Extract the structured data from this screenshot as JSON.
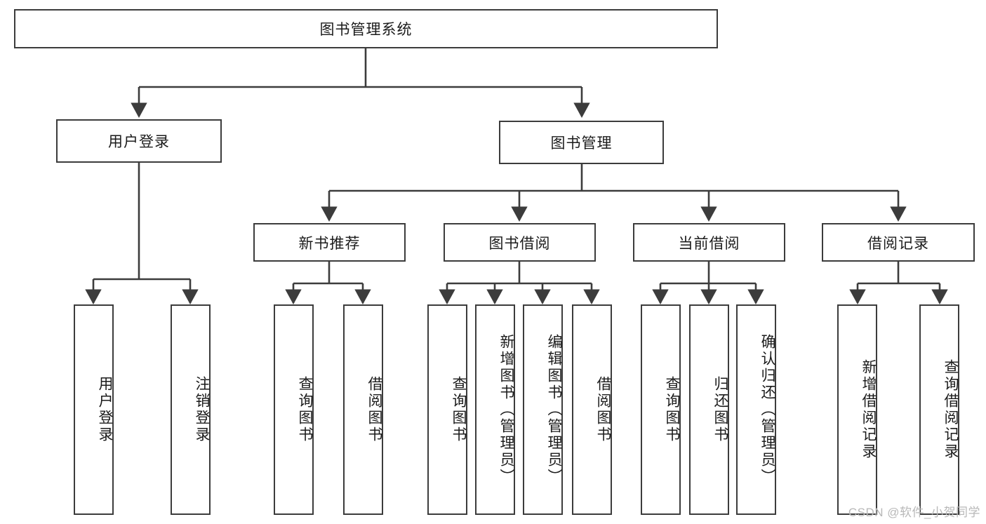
{
  "diagram": {
    "title": "图书管理系统",
    "watermark": "CSDN @软件_小贺同学",
    "colors": {
      "stroke": "#3c3c3c",
      "fill": "#ffffff",
      "text": "#1b1b1b",
      "watermark": "#b8b8b8"
    },
    "root": {
      "label": "图书管理系统"
    },
    "level1": [
      {
        "label": "用户登录"
      },
      {
        "label": "图书管理"
      }
    ],
    "level2": [
      {
        "label": "新书推荐"
      },
      {
        "label": "图书借阅"
      },
      {
        "label": "当前借阅"
      },
      {
        "label": "借阅记录"
      }
    ],
    "leaves": {
      "user_login": [
        {
          "label": "用户登录"
        },
        {
          "label": "注销登录"
        }
      ],
      "new_book": [
        {
          "label": "查询图书"
        },
        {
          "label": "借阅图书"
        }
      ],
      "book_borrow": [
        {
          "label": "查询图书"
        },
        {
          "label": "新增图书（管理员）"
        },
        {
          "label": "编辑图书（管理员）"
        },
        {
          "label": "借阅图书"
        }
      ],
      "current_borrow": [
        {
          "label": "查询图书"
        },
        {
          "label": "归还图书"
        },
        {
          "label": "确认归还（管理员）"
        }
      ],
      "borrow_record": [
        {
          "label": "新增借阅记录"
        },
        {
          "label": "查询借阅记录"
        }
      ]
    }
  }
}
